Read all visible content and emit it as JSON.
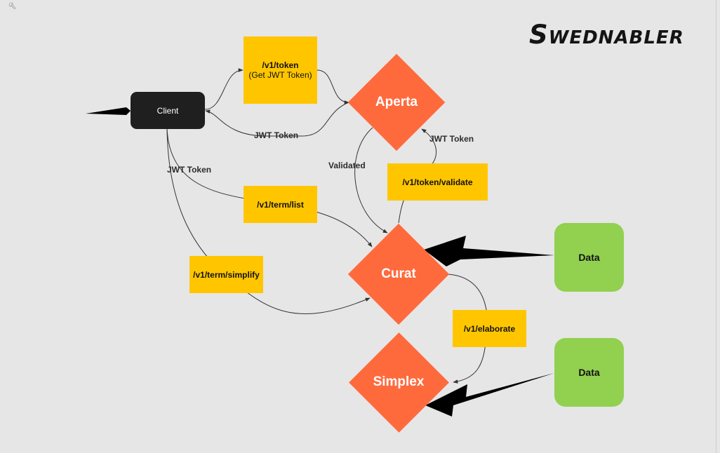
{
  "title": "Swednabler",
  "nodes": {
    "client": "Client",
    "token_endpoint": {
      "line1": "/v1/token",
      "line2": "(Get JWT Token)"
    },
    "aperta": "Aperta",
    "curat": "Curat",
    "simplex": "Simplex",
    "token_validate": "/v1/token/validate",
    "term_list": "/v1/term/list",
    "term_simplify": "/v1/term/simplify",
    "elaborate": "/v1/elaborate",
    "data_top": "Data",
    "data_bottom": "Data"
  },
  "edge_labels": {
    "jwt_token_return": "JWT Token",
    "jwt_token_validate": "JWT Token",
    "jwt_token_client": "JWT Token",
    "validated": "Validated"
  },
  "colors": {
    "background": "#e6e6e6",
    "endpoint": "#ffc600",
    "service": "#ff6a3d",
    "client": "#1f1f1f",
    "data": "#92d050"
  },
  "icons": {
    "cursor": "mouse-pointer-icon"
  }
}
